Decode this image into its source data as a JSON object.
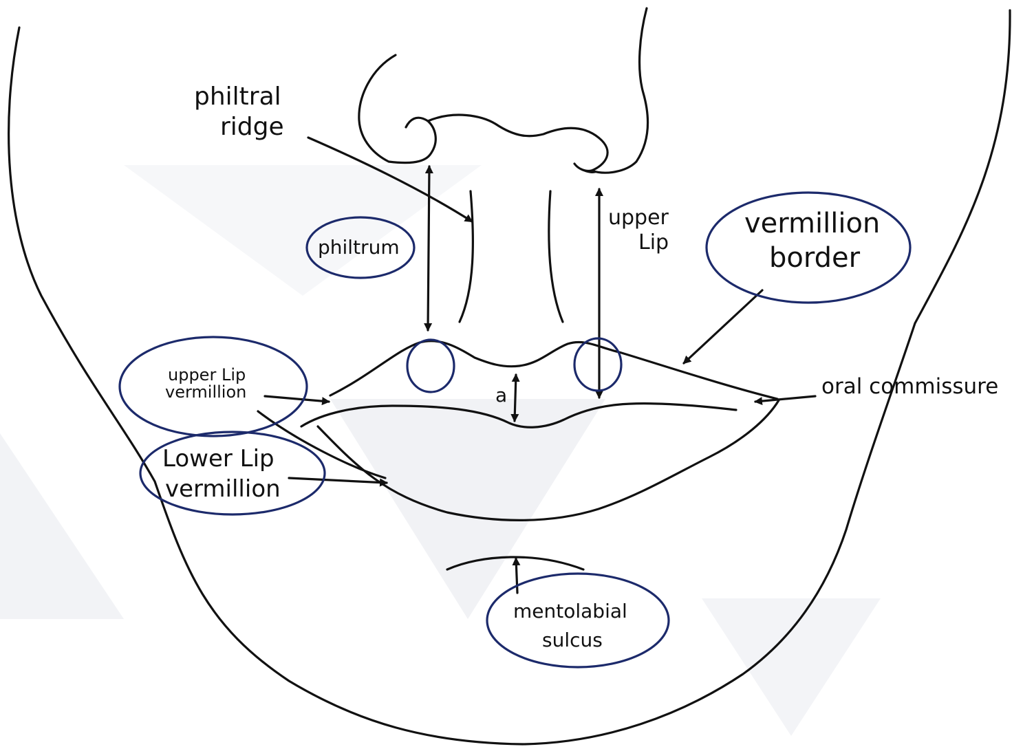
{
  "colors": {
    "ink": "#111111",
    "circle": "#1c2a6b",
    "background_shapes": "#f2f3f6"
  },
  "labels": {
    "philtral_ridge_line1": "philtral",
    "philtral_ridge_line2": "ridge",
    "philtrum": "philtrum",
    "upper_lip_line1": "upper",
    "upper_lip_line2": "Lip",
    "vermillion_border_line1": "vermillion",
    "vermillion_border_line2": "border",
    "upper_lip_vermillion_line1": "upper Lip",
    "upper_lip_vermillion_line2": "vermillion",
    "a": "a",
    "oral_commissure": "oral commissure",
    "lower_lip_vermillion_line1": "Lower Lip",
    "lower_lip_vermillion_line2": "vermillion",
    "mentolabial_sulcus_line1": "mentolabial",
    "mentolabial_sulcus_line2": "sulcus"
  }
}
